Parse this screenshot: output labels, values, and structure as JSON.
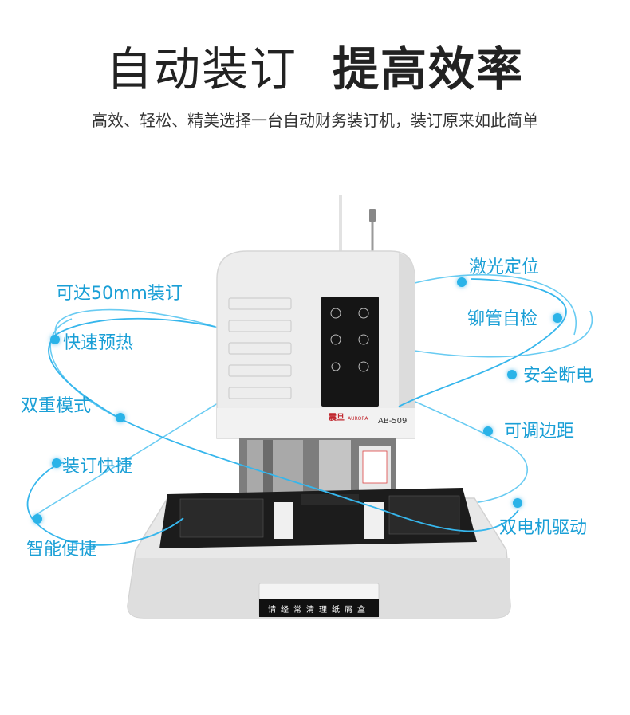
{
  "header": {
    "title_part1": "自动装订",
    "title_part2": "提高效率",
    "subtitle": "高效、轻松、精美选择一台自动财务装订机，装订原来如此简单"
  },
  "features": {
    "left": [
      "可达50mm装订",
      "快速预热",
      "双重模式",
      "装订快捷",
      "智能便捷"
    ],
    "right": [
      "激光定位",
      "铆管自检",
      "安全断电",
      "可调边距",
      "双电机驱动"
    ]
  },
  "machine": {
    "brand_cn": "震旦",
    "brand_en": "AURORA",
    "model": "AB-509",
    "tray_label": "请经常清理纸屑盒"
  },
  "colors": {
    "accent": "#1a9fd6",
    "machine_body": "#eeeeee",
    "panel": "#1a1a1a"
  }
}
